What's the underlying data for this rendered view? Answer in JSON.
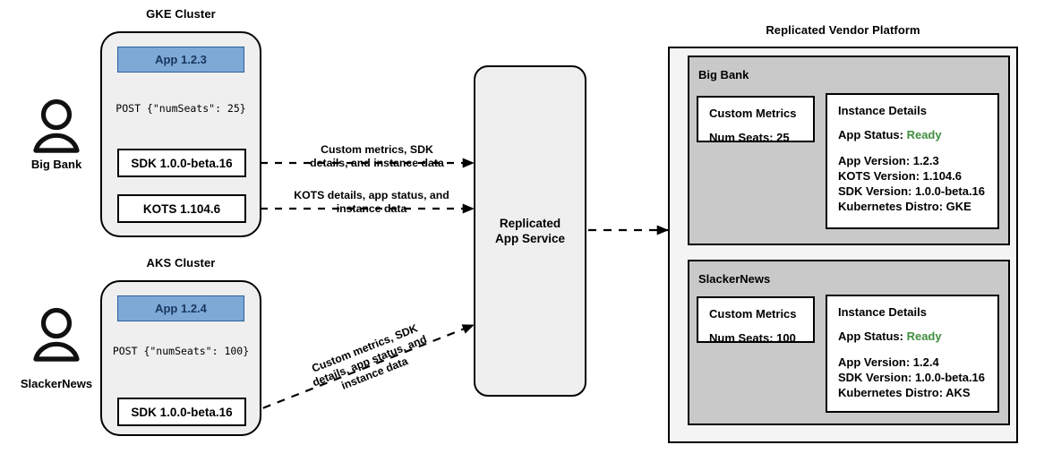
{
  "clusters": [
    {
      "title": "GKE Cluster",
      "actor": "Big Bank",
      "actor_icon": "person-icon",
      "app_label": "App 1.2.3",
      "post_label": "POST {\"numSeats\": 25}",
      "components": [
        {
          "label": "SDK 1.0.0-beta.16"
        },
        {
          "label": "KOTS 1.104.6"
        }
      ]
    },
    {
      "title": "AKS Cluster",
      "actor": "SlackerNews",
      "actor_icon": "person-icon",
      "app_label": "App 1.2.4",
      "post_label": "POST {\"numSeats\": 100}",
      "components": [
        {
          "label": "SDK 1.0.0-beta.16"
        }
      ]
    }
  ],
  "edge_labels": {
    "sdk_to_service": "Custom metrics, SDK\ndetails, and instance data",
    "kots_to_service": "KOTS details, app status, and\ninstance data",
    "aks_to_service": "Custom metrics, SDK\ndetails, app status, and\ninstance data"
  },
  "service": {
    "label": "Replicated\nApp Service"
  },
  "platform": {
    "title": "Replicated Vendor Platform",
    "tenants": [
      {
        "name": "Big Bank",
        "metrics": {
          "title": "Custom Metrics",
          "lines": [
            "Num Seats: 25"
          ]
        },
        "details": {
          "title": "Instance Details",
          "status_label": "App Status:",
          "status_value": "Ready",
          "lines": [
            "App Version: 1.2.3",
            "KOTS Version: 1.104.6",
            "SDK Version: 1.0.0-beta.16",
            "Kubernetes Distro: GKE"
          ]
        }
      },
      {
        "name": "SlackerNews",
        "metrics": {
          "title": "Custom Metrics",
          "lines": [
            "Num Seats: 100"
          ]
        },
        "details": {
          "title": "Instance Details",
          "status_label": "App Status:",
          "status_value": "Ready",
          "lines": [
            "App Version: 1.2.4",
            "SDK Version: 1.0.0-beta.16",
            "Kubernetes Distro: AKS"
          ]
        }
      }
    ]
  },
  "colors": {
    "app_fill": "#7ea9d6",
    "app_border": "#2b5f9e",
    "app_text": "#17375e",
    "cluster_fill": "#efefef",
    "panel_fill": "#c9c9c9",
    "platform_fill": "#f4f4f4",
    "status_ready": "#3f8f3f",
    "stroke": "#000000"
  }
}
